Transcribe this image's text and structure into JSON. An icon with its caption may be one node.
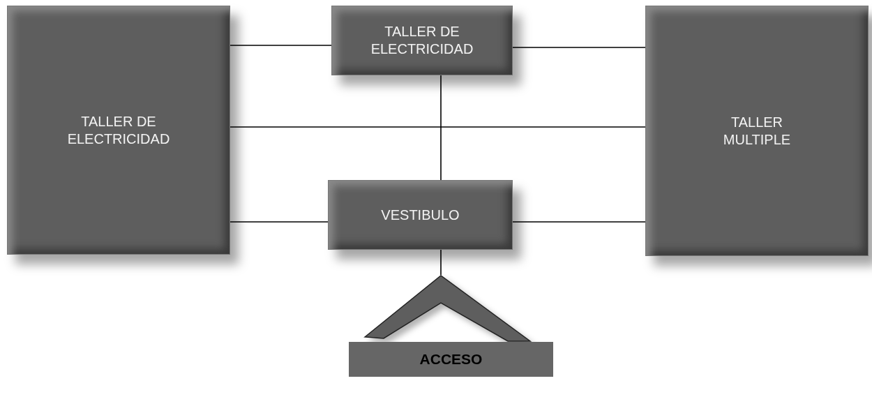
{
  "diagram": {
    "nodes": [
      {
        "text": [
          "TALLER DE ELECTRICIDAD"
        ]
      },
      {
        "text": [
          "TALLER DE ELECTRICIDAD"
        ]
      },
      {
        "text": [
          "TALLER MULTIPLE"
        ]
      },
      {
        "text": [
          "VESTIBULO"
        ]
      },
      {
        "text": [],
        "shape": "chevron"
      },
      {
        "text": [
          "ACCESO"
        ]
      }
    ],
    "edges": [
      {
        "from": 0,
        "to": 1,
        "arrow": "none"
      },
      {
        "from": 1,
        "to": 2,
        "arrow": "none"
      },
      {
        "from": 0,
        "to": 2,
        "arrow": "none"
      },
      {
        "from": 1,
        "to": 3,
        "arrow": "none"
      },
      {
        "from": 0,
        "to": 3,
        "arrow": "none"
      },
      {
        "from": 3,
        "to": 2,
        "arrow": "none"
      },
      {
        "from": 3,
        "to": 4,
        "arrow": "none"
      }
    ]
  }
}
